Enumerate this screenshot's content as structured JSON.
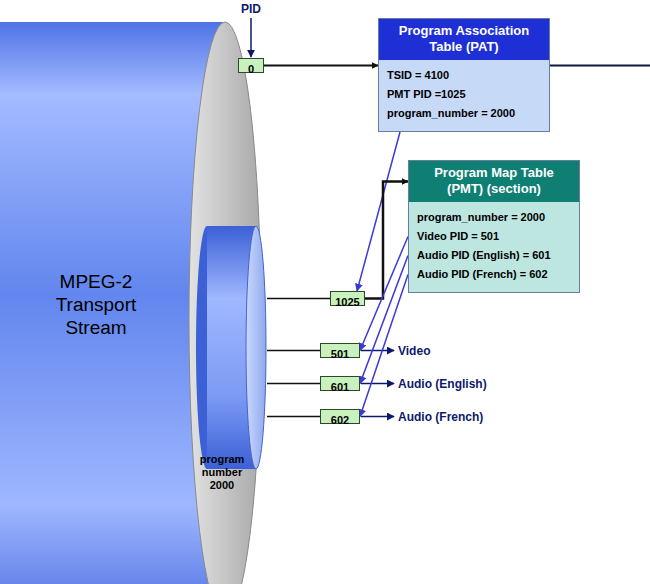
{
  "diagram": {
    "nodes": [
      {
        "text": [
          "MPEG-2 Transport Stream"
        ]
      },
      {
        "text": [
          "program number 2000"
        ],
        "in": 0
      },
      {
        "text": [
          "0"
        ]
      },
      {
        "text": [
          "Program Association Table (PAT)",
          "TSID = 4100",
          "PMT PID =1025",
          "program_number = 2000"
        ]
      },
      {
        "text": [
          "Program Map Table (PMT) (section)",
          "program_number = 2000",
          "Video PID = 501",
          "Audio PID (English) = 601",
          "Audio PID (French) = 602"
        ]
      },
      {
        "text": [
          "1025"
        ]
      },
      {
        "text": [
          "501"
        ]
      },
      {
        "text": [
          "601"
        ]
      },
      {
        "text": [
          "602"
        ]
      }
    ],
    "edges": [
      {
        "from": 2,
        "to": 3,
        "arrow": "to"
      },
      {
        "from": 3,
        "to": 5,
        "arrow": "to"
      },
      {
        "from": 5,
        "to": 4,
        "arrow": "to"
      },
      {
        "from": 4,
        "to": 6,
        "arrow": "to"
      },
      {
        "from": 4,
        "to": 7,
        "arrow": "to"
      },
      {
        "from": 4,
        "to": 8,
        "arrow": "to"
      },
      {
        "from": 1,
        "to": 5,
        "arrow": "none"
      },
      {
        "from": 1,
        "to": 6,
        "arrow": "none"
      },
      {
        "from": 1,
        "to": 7,
        "arrow": "none"
      },
      {
        "from": 1,
        "to": 8,
        "arrow": "none"
      }
    ],
    "labels": [
      "PID",
      "Video",
      "Audio (English)",
      "Audio (French)"
    ]
  }
}
